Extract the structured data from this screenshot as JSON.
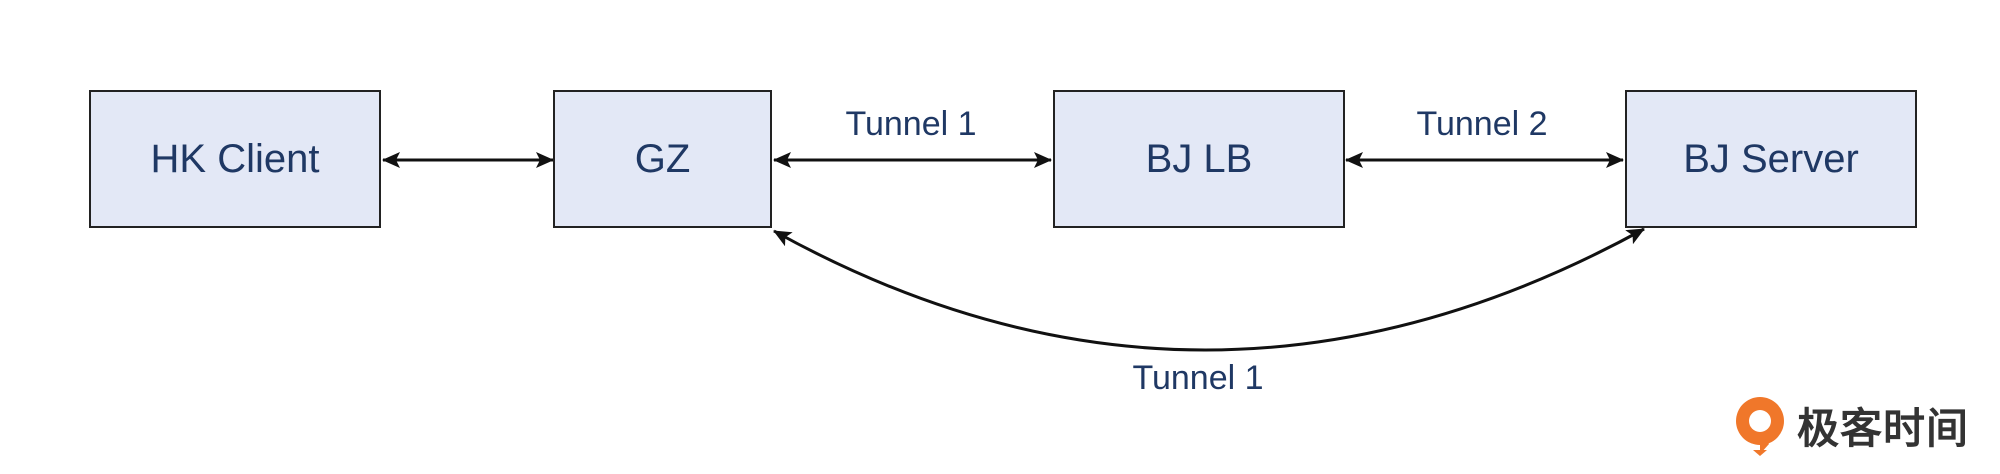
{
  "nodes": {
    "hk_client": "HK Client",
    "gz": "GZ",
    "bj_lb": "BJ LB",
    "bj_server": "BJ Server"
  },
  "edges": {
    "gz_bjlb_label": "Tunnel 1",
    "bjlb_bjserver_label": "Tunnel 2",
    "gz_bjserver_label": "Tunnel 1"
  },
  "logo": {
    "text": "极客时间",
    "accent_color": "#f0772a"
  },
  "colors": {
    "node_fill": "#e3e8f6",
    "node_border": "#222222",
    "text": "#1f3864",
    "arrow": "#111111"
  }
}
